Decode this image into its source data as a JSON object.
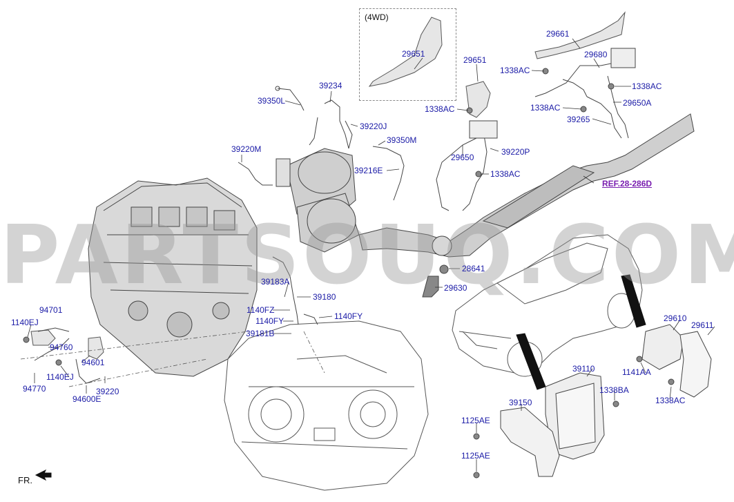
{
  "diagram": {
    "watermark": "PARTSOUQ.COM",
    "direction_label": "FR.",
    "variant_label": "(4WD)",
    "reference_link": "REF.28-286D",
    "part_labels": [
      {
        "id": "29661",
        "text": "29661"
      },
      {
        "id": "29680",
        "text": "29680"
      },
      {
        "id": "1338AC_a",
        "text": "1338AC"
      },
      {
        "id": "1338AC_b",
        "text": "1338AC"
      },
      {
        "id": "29651_4wd",
        "text": "29651"
      },
      {
        "id": "29651",
        "text": "29651"
      },
      {
        "id": "39234",
        "text": "39234"
      },
      {
        "id": "39350L",
        "text": "39350L"
      },
      {
        "id": "1338AC_c",
        "text": "1338AC"
      },
      {
        "id": "1338AC_d",
        "text": "1338AC"
      },
      {
        "id": "29650A",
        "text": "29650A"
      },
      {
        "id": "39220J",
        "text": "39220J"
      },
      {
        "id": "39265",
        "text": "39265"
      },
      {
        "id": "39350M",
        "text": "39350M"
      },
      {
        "id": "39220M",
        "text": "39220M"
      },
      {
        "id": "29650",
        "text": "29650"
      },
      {
        "id": "39220P",
        "text": "39220P"
      },
      {
        "id": "39216E",
        "text": "39216E"
      },
      {
        "id": "1338AC_e",
        "text": "1338AC"
      },
      {
        "id": "28641",
        "text": "28641"
      },
      {
        "id": "29630",
        "text": "29630"
      },
      {
        "id": "39183A",
        "text": "39183A"
      },
      {
        "id": "39180",
        "text": "39180"
      },
      {
        "id": "94701",
        "text": "94701"
      },
      {
        "id": "1140FZ",
        "text": "1140FZ"
      },
      {
        "id": "1140FY_a",
        "text": "1140FY"
      },
      {
        "id": "1140EJ_a",
        "text": "1140EJ"
      },
      {
        "id": "1140FY_b",
        "text": "1140FY"
      },
      {
        "id": "39181B",
        "text": "39181B"
      },
      {
        "id": "94760",
        "text": "94760"
      },
      {
        "id": "94601",
        "text": "94601"
      },
      {
        "id": "1140EJ_b",
        "text": "1140EJ"
      },
      {
        "id": "94770",
        "text": "94770"
      },
      {
        "id": "39220",
        "text": "39220"
      },
      {
        "id": "94600E",
        "text": "94600E"
      },
      {
        "id": "29610",
        "text": "29610"
      },
      {
        "id": "29611",
        "text": "29611"
      },
      {
        "id": "1141AA",
        "text": "1141AA"
      },
      {
        "id": "39110",
        "text": "39110"
      },
      {
        "id": "1338BA",
        "text": "1338BA"
      },
      {
        "id": "1338AC_f",
        "text": "1338AC"
      },
      {
        "id": "39150",
        "text": "39150"
      },
      {
        "id": "1125AE_a",
        "text": "1125AE"
      },
      {
        "id": "1125AE_b",
        "text": "1125AE"
      }
    ]
  }
}
